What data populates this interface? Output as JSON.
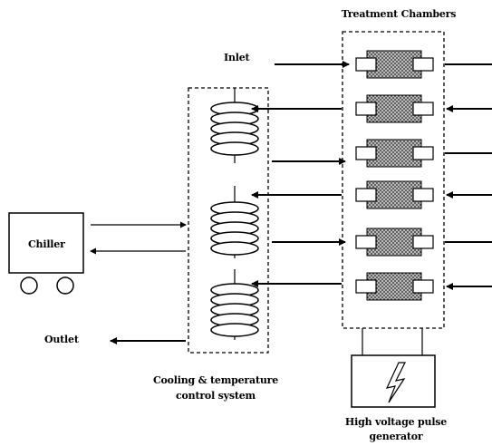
{
  "labels": {
    "treatment_chambers": "Treatment Chambers",
    "inlet": "Inlet",
    "chiller": "Chiller",
    "outlet": "Outlet",
    "cooling_system_line1": "Cooling & temperature",
    "cooling_system_line2": "control system",
    "generator_line1": "High voltage pulse",
    "generator_line2": "generator"
  },
  "counts": {
    "treatment_chambers": 6,
    "cooling_coils": 3
  }
}
